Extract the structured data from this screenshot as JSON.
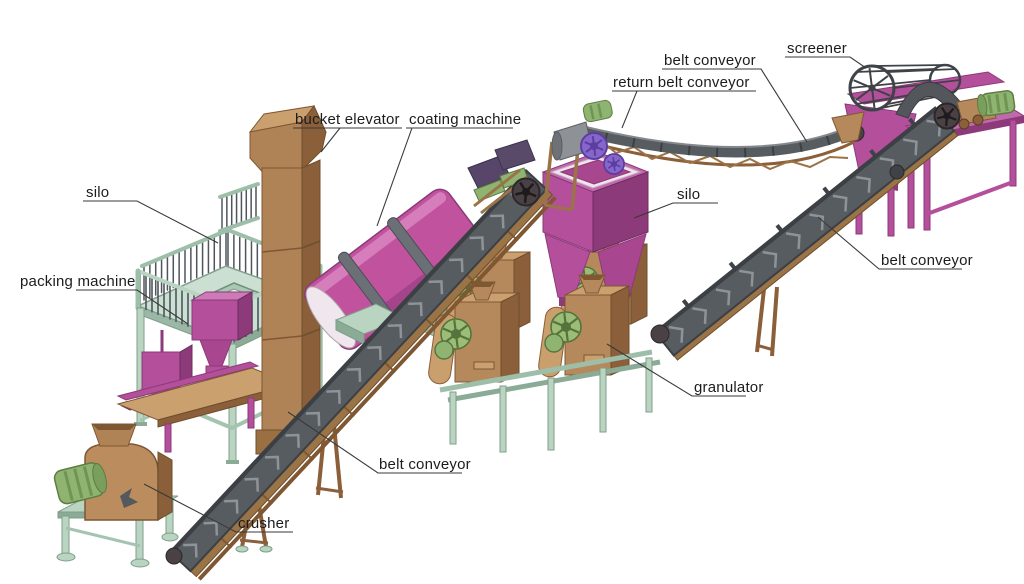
{
  "figure": {
    "type": "equipment-process-diagram",
    "subject": "fertilizer production line - 3D isometric illustration",
    "background_color": "#ffffff"
  },
  "palette": {
    "machine_pink": "#b44f9c",
    "machine_pink_dark": "#8c3a79",
    "machine_pink_light": "#cd7ab8",
    "frame_green": "#b9d5c2",
    "frame_green_dark": "#7f9e8b",
    "metal_brown": "#b08357",
    "metal_brown_dark": "#7f5733",
    "metal_brown_light": "#caa06f",
    "belt_gray": "#575c61",
    "belt_gray_dark": "#3c4045",
    "belt_chevron": "#8d9398",
    "motor_green": "#8fb370",
    "wheel_purple": "#8766cc",
    "label_text": "#1c1c1c",
    "leader_line": "#3a3a3a"
  },
  "labels": [
    {
      "id": "silo-left",
      "text": "silo"
    },
    {
      "id": "packing-machine",
      "text": "packing machine"
    },
    {
      "id": "bucket-elevator",
      "text": "bucket elevator"
    },
    {
      "id": "coating-machine",
      "text": "coating machine"
    },
    {
      "id": "belt-conveyor-top",
      "text": "belt conveyor"
    },
    {
      "id": "return-belt-conveyor",
      "text": "return belt conveyor"
    },
    {
      "id": "screener",
      "text": "screener"
    },
    {
      "id": "silo-middle",
      "text": "silo"
    },
    {
      "id": "belt-conveyor-right",
      "text": "belt conveyor"
    },
    {
      "id": "granulator",
      "text": "granulator"
    },
    {
      "id": "belt-conveyor-bottom",
      "text": "belt conveyor"
    },
    {
      "id": "crusher",
      "text": "crusher"
    }
  ]
}
